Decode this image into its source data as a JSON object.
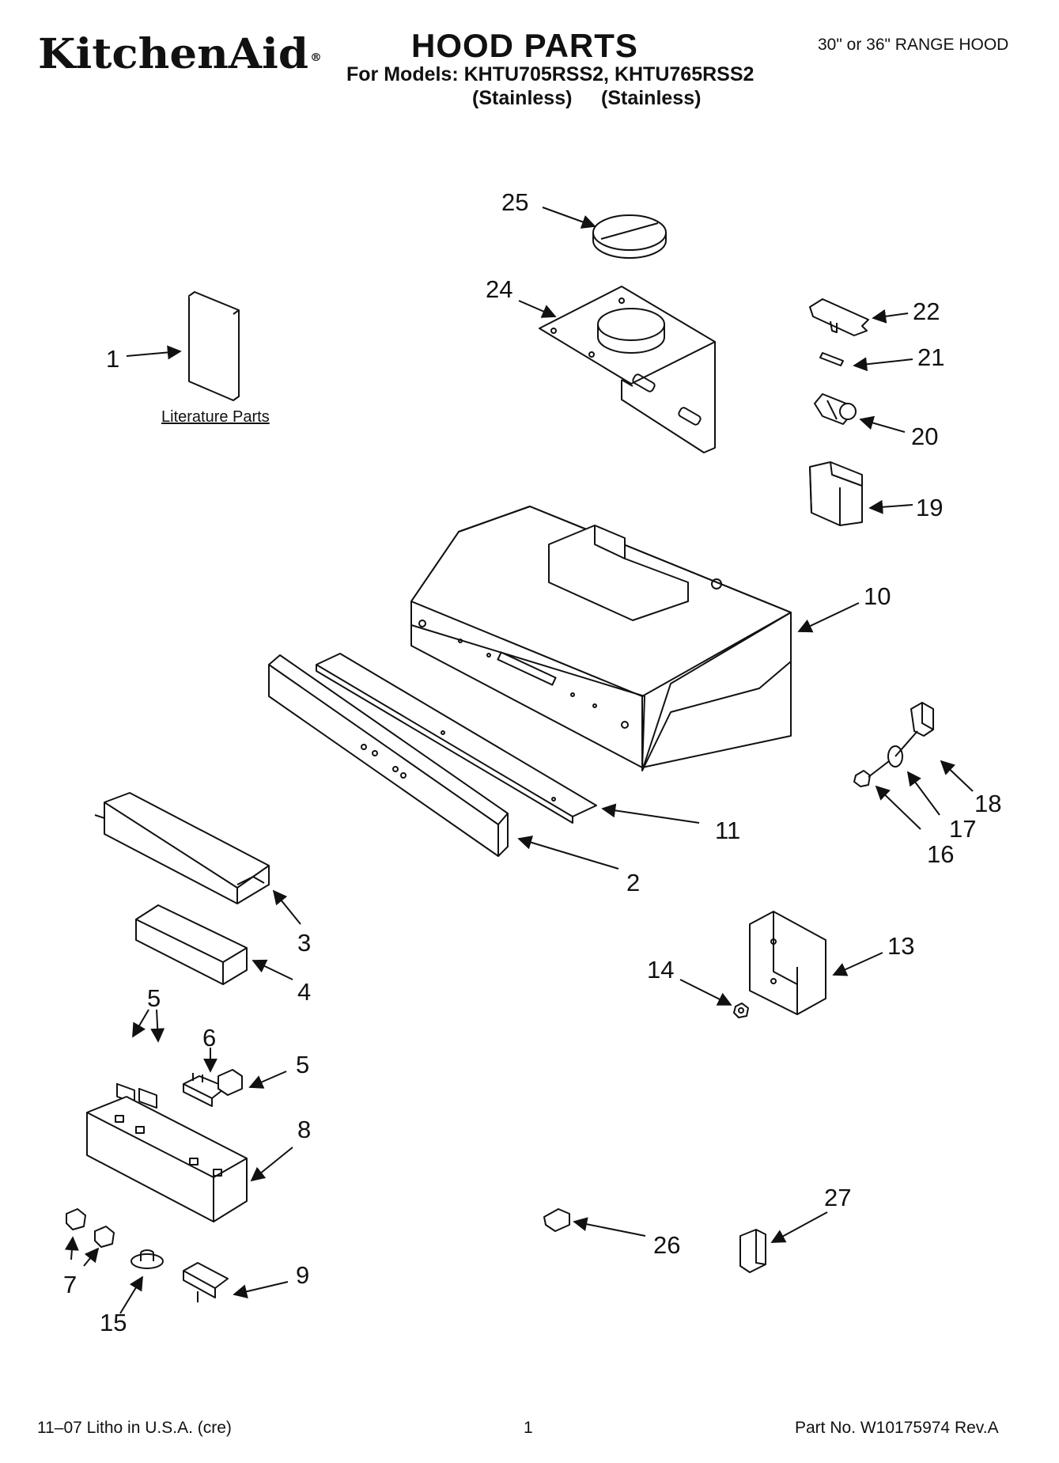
{
  "header": {
    "brand": "KitchenAid",
    "brand_mark": "®",
    "title": "HOOD PARTS",
    "models_line": "For Models: KHTU705RSS2, KHTU765RSS2",
    "variant_1": "(Stainless)",
    "variant_2": "(Stainless)",
    "range_label": "30\" or 36\" RANGE HOOD"
  },
  "literature_label": "Literature Parts",
  "callouts": {
    "c1": "1",
    "c2": "2",
    "c3": "3",
    "c4": "4",
    "c5a": "5",
    "c5b": "5",
    "c6": "6",
    "c7": "7",
    "c8": "8",
    "c9": "9",
    "c10": "10",
    "c11": "11",
    "c13": "13",
    "c14": "14",
    "c15": "15",
    "c16": "16",
    "c17": "17",
    "c18": "18",
    "c19": "19",
    "c20": "20",
    "c21": "21",
    "c22": "22",
    "c24": "24",
    "c25": "25",
    "c26": "26",
    "c27": "27"
  },
  "footer": {
    "litho": "11–07 Litho in U.S.A. (cre)",
    "page_number": "1",
    "part_number": "Part No. W10175974 Rev.A"
  }
}
